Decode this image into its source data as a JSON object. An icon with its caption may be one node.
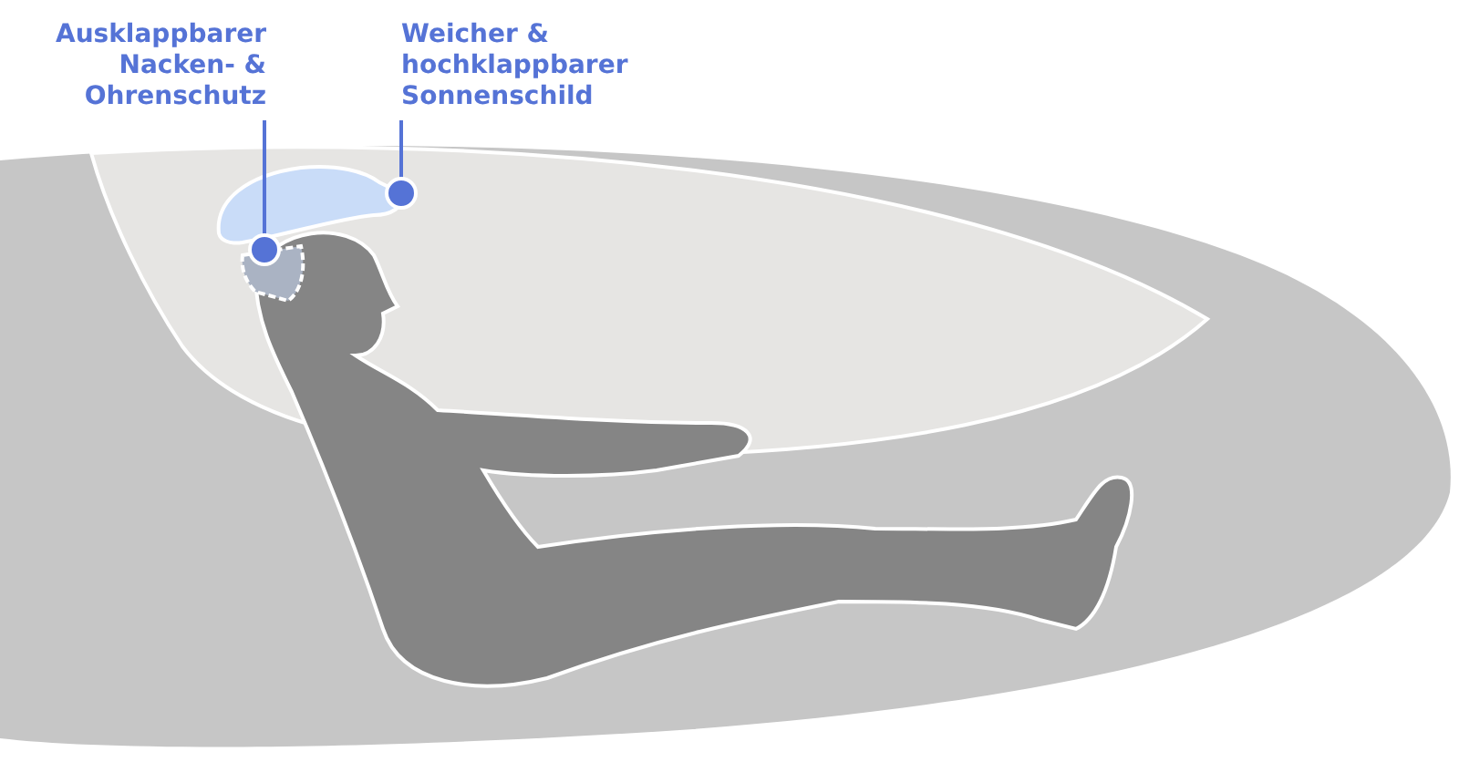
{
  "diagram": {
    "nodes": [
      {
        "text": [
          "Ausklappbarer Nacken- & Ohrenschutz"
        ]
      },
      {
        "text": [
          "Weicher & hochklappbarer Sonnenschild"
        ]
      },
      {
        "text": [],
        "shape": "picture"
      },
      {
        "text": [],
        "shape": "picture"
      }
    ],
    "edges": [
      {
        "from": 0,
        "to": 3,
        "arrow": "other"
      },
      {
        "from": 1,
        "to": 2,
        "arrow": "other"
      }
    ]
  }
}
